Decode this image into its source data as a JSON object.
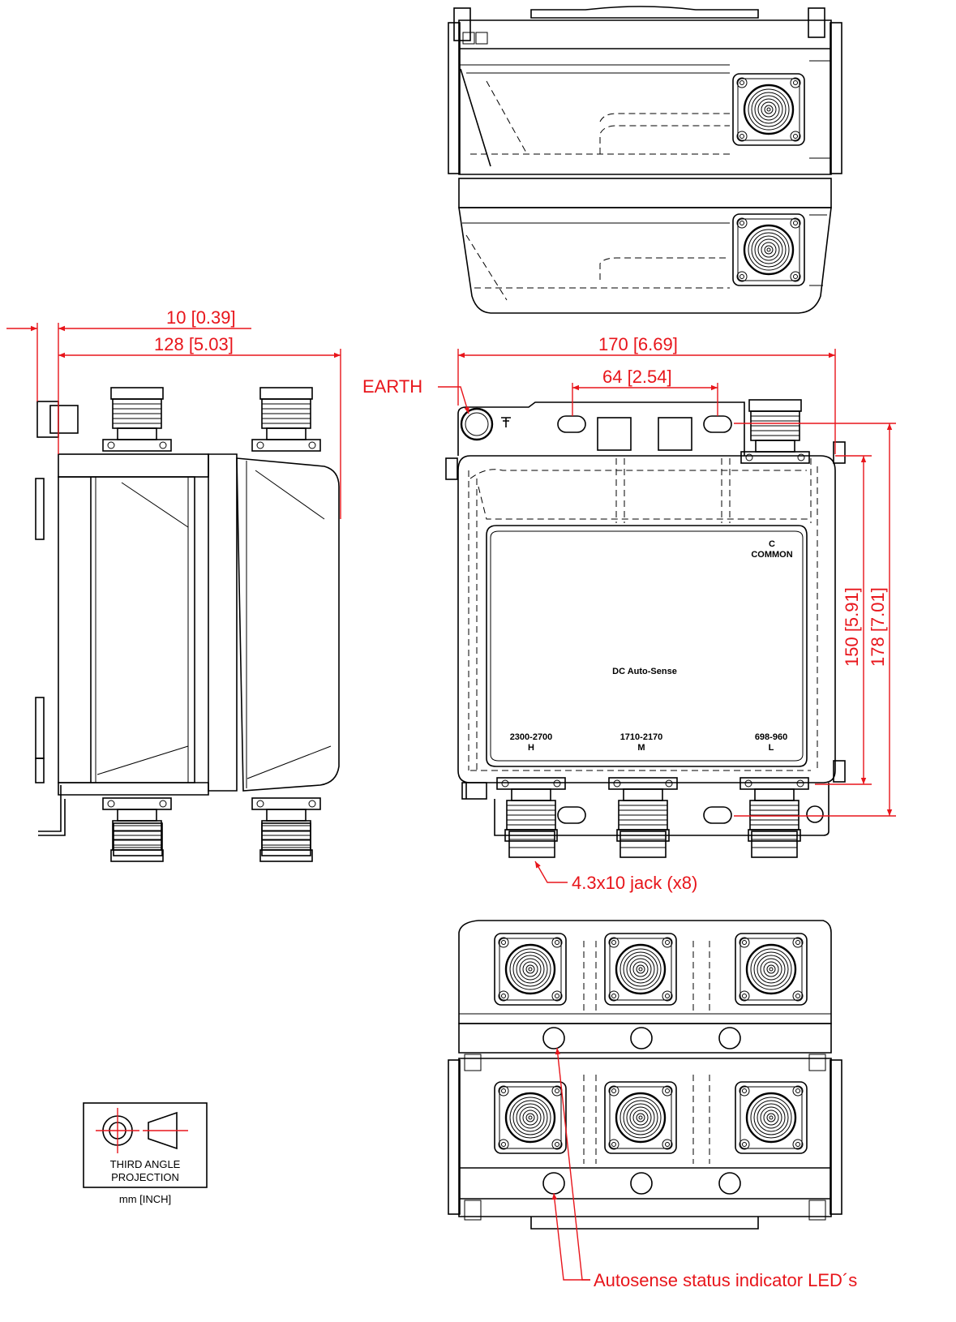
{
  "dimensions": {
    "side_offset": "10 [0.39]",
    "side_width": "128 [5.03]",
    "front_width": "170 [6.69]",
    "mount_spacing": "64 [2.54]",
    "body_height": "150 [5.91]",
    "total_height": "178 [7.01]"
  },
  "callouts": {
    "earth": "EARTH",
    "jack": "4.3x10 jack (x8)",
    "leds": "Autosense status indicator LED´s"
  },
  "panel": {
    "common_c": "C",
    "common": "COMMON",
    "center": "DC Auto-Sense",
    "ports": [
      {
        "freq": "2300-2700",
        "id": "H"
      },
      {
        "freq": "1710-2170",
        "id": "M"
      },
      {
        "freq": "698-960",
        "id": "L"
      }
    ]
  },
  "projection": {
    "line1": "THIRD ANGLE",
    "line2": "PROJECTION",
    "units": "mm [INCH]"
  },
  "colors": {
    "dimension": "#e8151b",
    "outline": "#000000"
  }
}
